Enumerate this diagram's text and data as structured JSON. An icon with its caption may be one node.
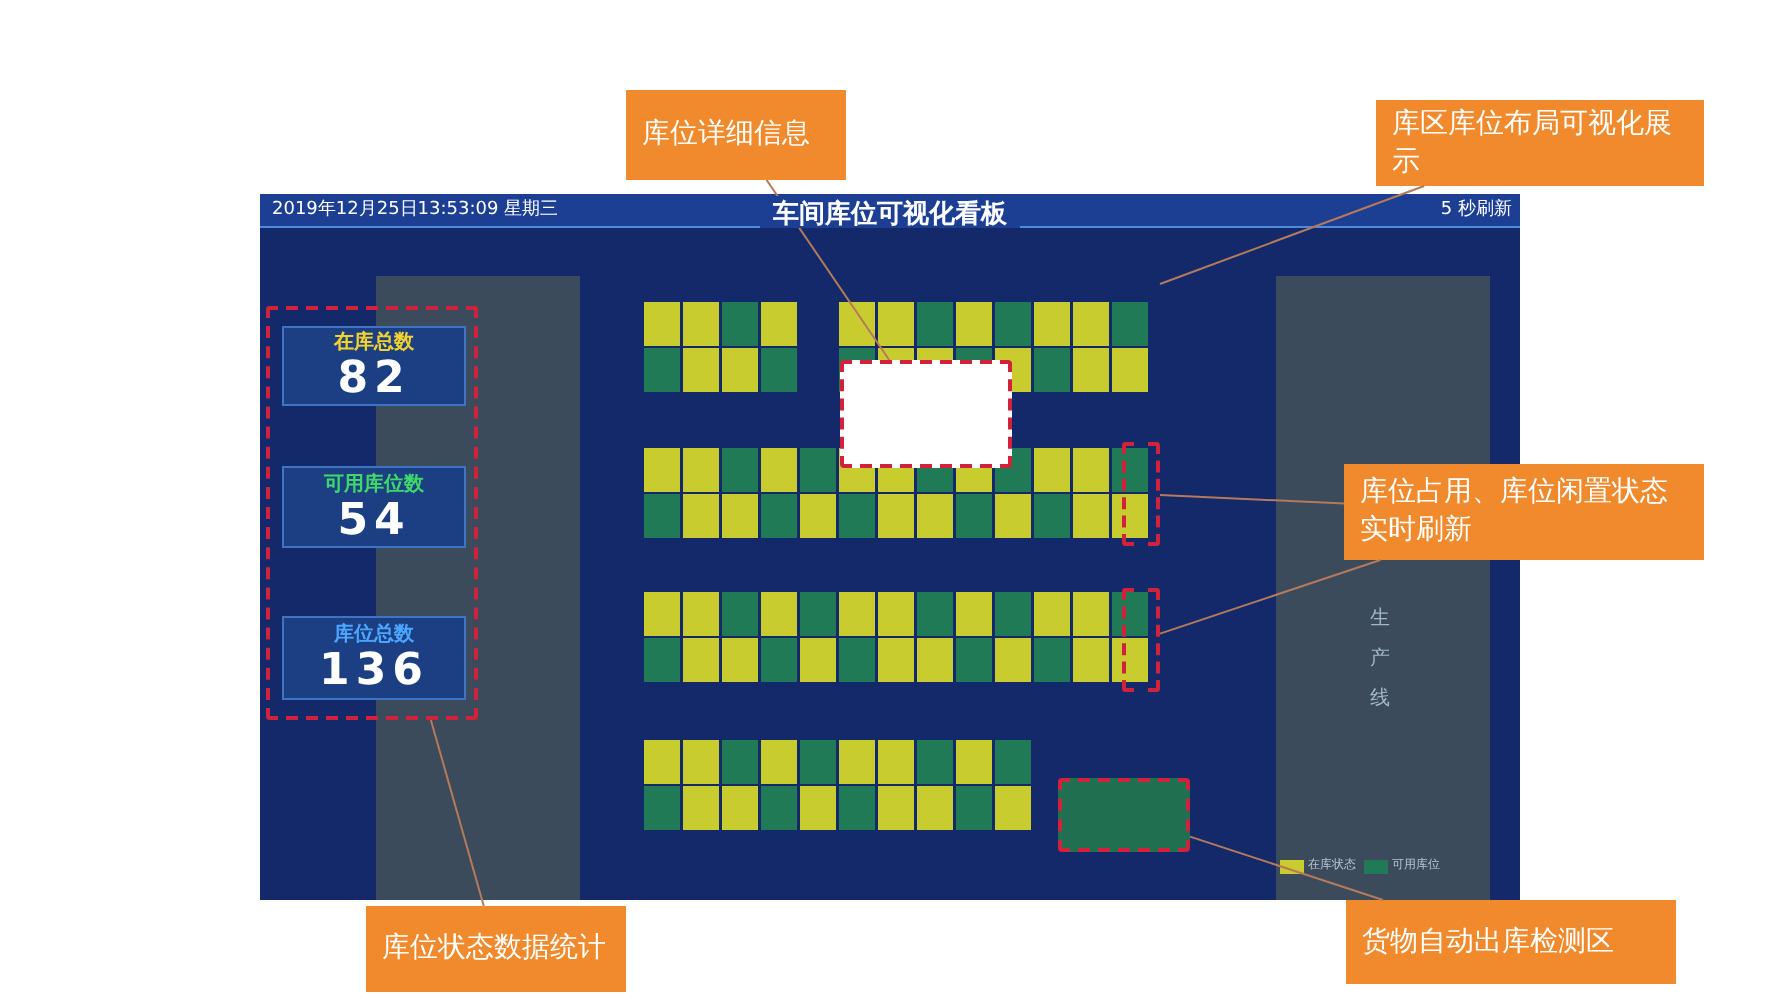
{
  "diagram": {
    "nodes": [
      {
        "text": [
          "库位详细信息"
        ]
      },
      {
        "text": [
          "库区库位布局可视化展示"
        ]
      },
      {
        "text": [],
        "shape": "box"
      },
      {
        "text": [
          "在库总数",
          "82"
        ],
        "in": 2
      },
      {
        "text": [
          "可用库位数",
          "54"
        ],
        "in": 2
      },
      {
        "text": [
          "库位总数",
          "136"
        ],
        "in": 2
      },
      {
        "text": [],
        "shape": "box"
      },
      {
        "text": [],
        "shape": "box"
      },
      {
        "text": [],
        "shape": "box"
      },
      {
        "text": [],
        "shape": "box"
      },
      {
        "text": [
          "库位占用、库位闲置状态实时刷新"
        ]
      },
      {
        "text": [
          "库位状态数据统计"
        ]
      },
      {
        "text": [
          "货物自动出库检测区"
        ]
      }
    ],
    "edges": [
      {
        "from": 0,
        "to": 6,
        "arrow": "none"
      },
      {
        "from": 1,
        "to": null,
        "arrow": "none"
      },
      {
        "from": 10,
        "to": 7,
        "arrow": "none"
      },
      {
        "from": 10,
        "to": 8,
        "arrow": "none"
      },
      {
        "from": 11,
        "to": 2,
        "arrow": "none"
      },
      {
        "from": 12,
        "to": 9,
        "arrow": "none"
      }
    ],
    "labels": [
      "2019年12月25日13:53:09 星期三",
      "车间库位可视化看板",
      "5 秒刷新",
      "生产线"
    ],
    "legend": [
      {
        "text": "在库状态",
        "color": "#c9cc2e"
      },
      {
        "text": "可用库位",
        "color": "#1f7a55"
      }
    ]
  }
}
